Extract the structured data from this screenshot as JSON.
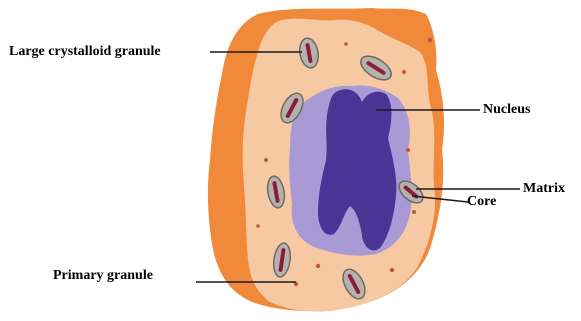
{
  "labels": {
    "large_granule": "Large crystalloid granule",
    "nucleus": "Nucleus",
    "matrix": "Matrix",
    "core": "Core",
    "primary_granule": "Primary granule"
  },
  "colors": {
    "outer_membrane": "#f08a3a",
    "cytoplasm": "#f7c9a3",
    "nucleus_light": "#a99ad6",
    "nucleus_dark": "#4a3596",
    "granule_matrix": "#b5b2ad",
    "granule_core": "#8a1f3a",
    "small_granule": "#b85a3c",
    "leader_line": "#1a1a1a"
  }
}
